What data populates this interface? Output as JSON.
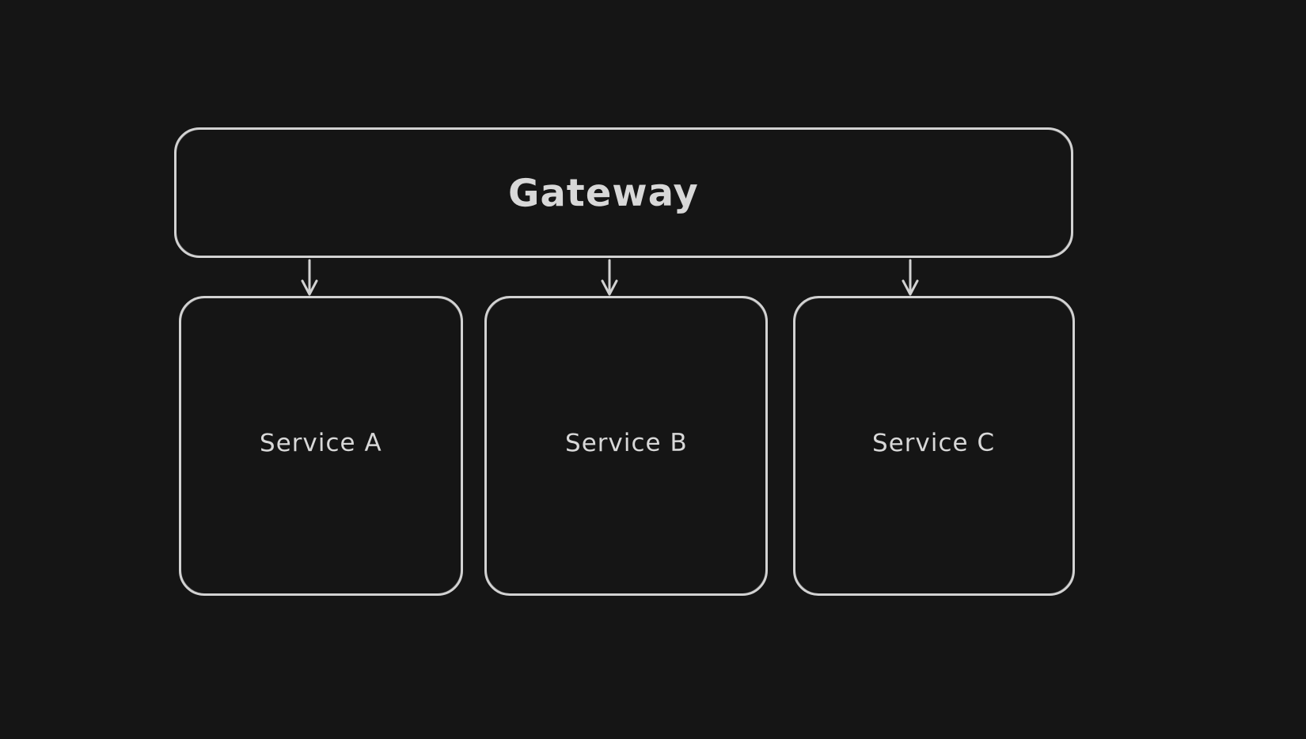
{
  "canvas": {
    "background_color": "#151515",
    "stroke_color": "#d2d2d2",
    "text_color": "#d8d8d8",
    "style": "hand-drawn-whiteboard"
  },
  "diagram": {
    "type": "architecture-flow",
    "nodes": [
      {
        "id": "gateway",
        "label": "Gateway",
        "shape": "rounded-rectangle",
        "row": "top"
      },
      {
        "id": "service-a",
        "label": "Service A",
        "shape": "rounded-rectangle",
        "row": "bottom"
      },
      {
        "id": "service-b",
        "label": "Service B",
        "shape": "rounded-rectangle",
        "row": "bottom"
      },
      {
        "id": "service-c",
        "label": "Service C",
        "shape": "rounded-rectangle",
        "row": "bottom"
      }
    ],
    "edges": [
      {
        "from": "Gateway",
        "to": "Service A",
        "type": "arrow",
        "direction": "down"
      },
      {
        "from": "Gateway",
        "to": "Service B",
        "type": "arrow",
        "direction": "down"
      },
      {
        "from": "Gateway",
        "to": "Service C",
        "type": "arrow",
        "direction": "down"
      }
    ]
  }
}
